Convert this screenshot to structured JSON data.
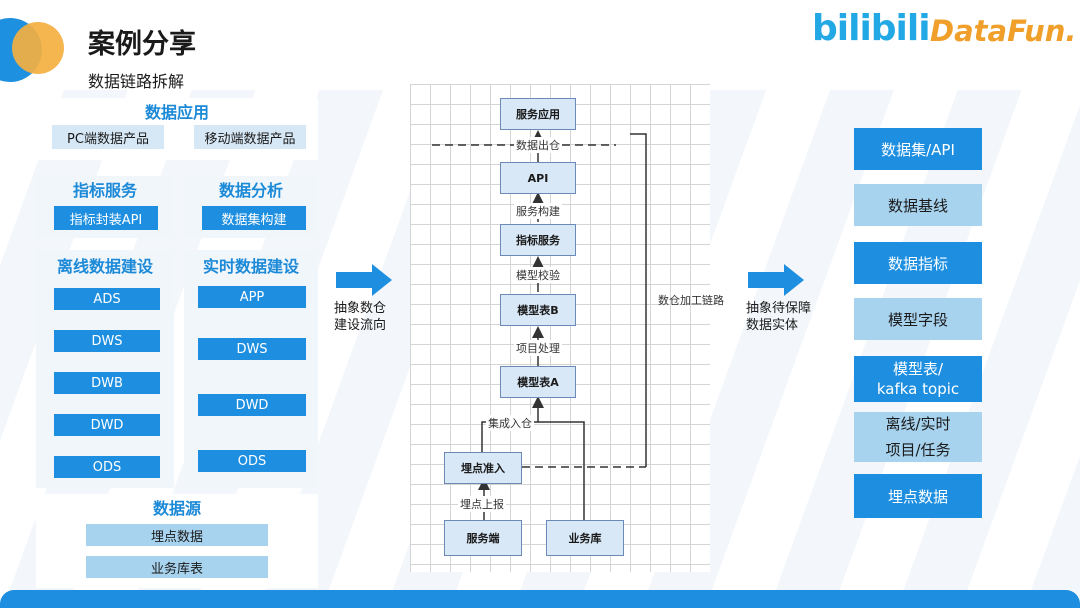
{
  "header": {
    "title": "案例分享",
    "subtitle": "数据链路拆解"
  },
  "brands": {
    "bilibili": "bilibili",
    "datafun": "DataFun."
  },
  "left": {
    "app_section": {
      "title": "数据应用",
      "items": [
        "PC端数据产品",
        "移动端数据产品"
      ]
    },
    "metric_service": {
      "title": "指标服务",
      "item": "指标封装API"
    },
    "data_analysis": {
      "title": "数据分析",
      "item": "数据集构建"
    },
    "offline": {
      "title": "离线数据建设",
      "layers": [
        "ADS",
        "DWS",
        "DWB",
        "DWD",
        "ODS"
      ]
    },
    "realtime": {
      "title": "实时数据建设",
      "layers": [
        "APP",
        "DWS",
        "DWD",
        "ODS"
      ]
    },
    "source": {
      "title": "数据源",
      "items": [
        "埋点数据",
        "业务库表"
      ]
    }
  },
  "arrow_left_label": "抽象数仓\n建设流向",
  "arrow_right_label": "抽象待保障\n数据实体",
  "flow": {
    "nodes": {
      "service_app": "服务应用",
      "api": "API",
      "metric_service": "指标服务",
      "model_b": "模型表B",
      "model_a": "模型表A",
      "tracking_access": "埋点准入",
      "server": "服务端",
      "business_db": "业务库"
    },
    "edges": {
      "data_out": "数据出仓",
      "service_build": "服务构建",
      "model_check": "模型校验",
      "project_process": "项目处理",
      "integrate_in": "集成入仓",
      "tracking_report": "埋点上报"
    },
    "bracket_label": "数仓加工链路"
  },
  "right": {
    "items": [
      {
        "label": "数据集/API",
        "style": "dark"
      },
      {
        "label": "数据基线",
        "style": "light"
      },
      {
        "label": "数据指标",
        "style": "dark"
      },
      {
        "label": "模型字段",
        "style": "light"
      },
      {
        "label": "模型表/\nkafka topic",
        "style": "dark"
      },
      {
        "label": "离线/实时\n项目/任务",
        "style": "light"
      },
      {
        "label": "埋点数据",
        "style": "dark"
      }
    ]
  },
  "colors": {
    "accent_blue": "#1e8fe0",
    "light_blue": "#a8d3ef",
    "orange": "#f4b040",
    "brand_blue": "#23a8e6"
  }
}
